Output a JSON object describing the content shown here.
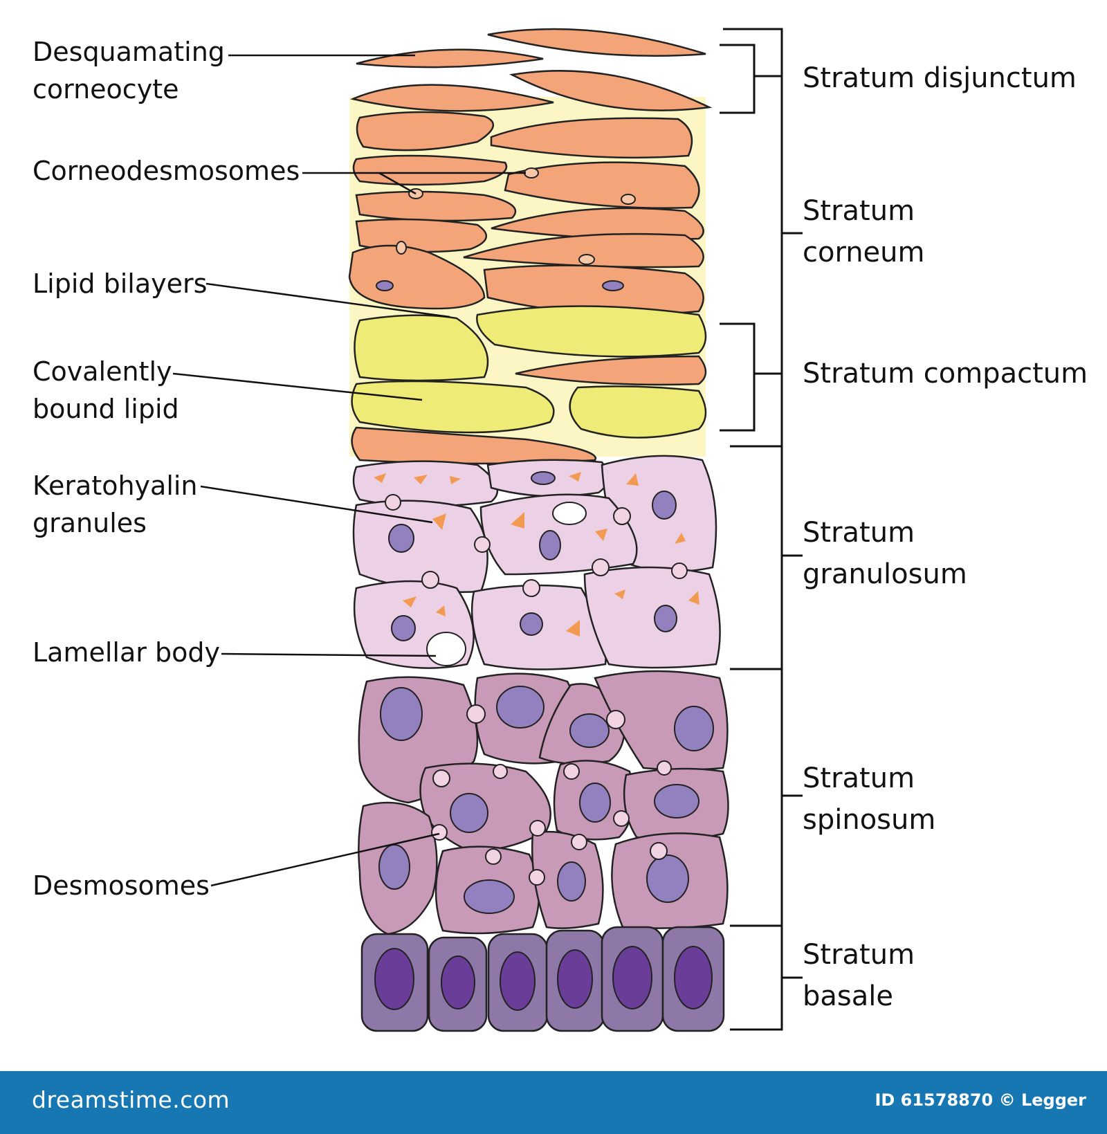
{
  "left_labels": [
    {
      "id": "desquamating",
      "text": "Desquamating\ncorneocyte"
    },
    {
      "id": "corneodesmosomes",
      "text": "Corneodesmosomes"
    },
    {
      "id": "lipid-bilayers",
      "text": "Lipid bilayers"
    },
    {
      "id": "covalently",
      "text": "Covalently\nbound lipid"
    },
    {
      "id": "keratohyalin",
      "text": "Keratohyalin\ngranules"
    },
    {
      "id": "lamellar",
      "text": "Lamellar body"
    },
    {
      "id": "desmosomes",
      "text": "Desmosomes"
    }
  ],
  "right_labels": [
    {
      "id": "disjunctum",
      "text": "Stratum disjunctum"
    },
    {
      "id": "corneum",
      "text": "Stratum\ncorneum"
    },
    {
      "id": "compactum",
      "text": "Stratum compactum"
    },
    {
      "id": "granulosum",
      "text": "Stratum\ngranulosum"
    },
    {
      "id": "spinosum",
      "text": "Stratum\nspinosum"
    },
    {
      "id": "basale",
      "text": "Stratum\nbasale"
    }
  ],
  "footer": {
    "brand": "dreamstime.com",
    "image_id": "ID 61578870 © Legger"
  },
  "colors": {
    "corneocyte": "#f3a478",
    "lipid": "#eeeb76",
    "lipid_bg": "#fbf6c4",
    "granular_cell": "#ecd0e6",
    "granule": "#f39a52",
    "spinous_cell": "#c89ab7",
    "nucleus": "#9380bf",
    "basal_cell": "#8d78a8",
    "basal_nucleus": "#6a3d98",
    "desmosome": "#f2d3e3",
    "footer": "#1777b3"
  }
}
